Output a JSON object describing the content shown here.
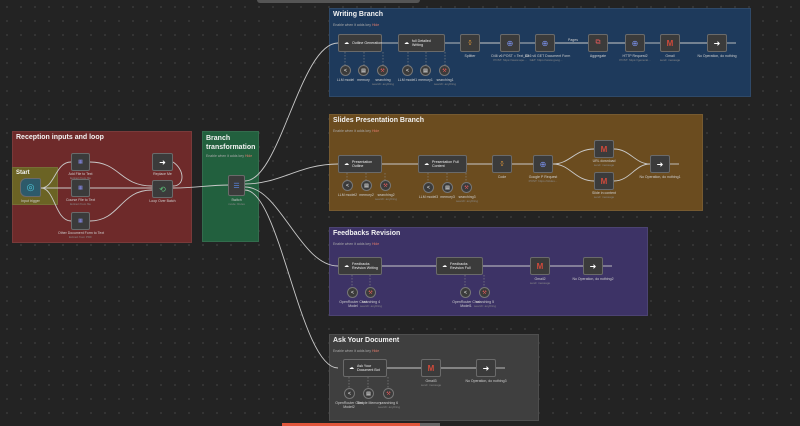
{
  "groups": {
    "writing": {
      "title": "Writing Branch",
      "sub": "Enable when it adds key",
      "sub_link": "Hide"
    },
    "slides": {
      "title": "Slides Presentation Branch",
      "sub": "Enable when it adds key",
      "sub_link": "Hide"
    },
    "feedbacks": {
      "title": "Feedbacks Revision",
      "sub": "Enable when it adds key",
      "sub_link": "Hide"
    },
    "ask": {
      "title": "Ask Your Document",
      "sub": "Enable when it adds key",
      "sub_link": "Hide"
    },
    "reception": {
      "title": "Reception inputs and loop"
    },
    "start": {
      "title": "Start"
    },
    "branch": {
      "title": "Branch transformation",
      "sub": "Enable when it adds key",
      "sub_link": "Hide"
    }
  },
  "nodes": {
    "input_trigger": {
      "label": "Input trigger",
      "icon": "crosshair-icon"
    },
    "add_file": {
      "label": "Add File to Text",
      "sub": "Extract from file"
    },
    "course_file": {
      "label": "Course File to Text",
      "sub": "Extract from file"
    },
    "other_doc": {
      "label": "Other Document Form to Text",
      "sub": "Extract from PDF"
    },
    "replace_me": {
      "label": "Replace Me"
    },
    "loop_over": {
      "label": "Loop Over Batch"
    },
    "switch": {
      "label": "Switch",
      "sub": "mode: Rules"
    },
    "w_outline": {
      "label": "Outline Generation"
    },
    "w_full": {
      "label": "full Detailed Writing"
    },
    "w_splitter": {
      "label": "Splitter"
    },
    "w_post": {
      "label": "D46 v6 POST = Text_ID",
      "sub": "POST: https://www.ape..."
    },
    "w_get": {
      "label": "D46 v6 GET Document Form",
      "sub": "GET: https://www.goog..."
    },
    "w_aggregate": {
      "label": "Aggregate"
    },
    "w_http": {
      "label": "HTTP Request2",
      "sub": "POST: https://generat..."
    },
    "w_gmail": {
      "label": "Gmail",
      "sub": "send: message"
    },
    "w_noop": {
      "label": "No Operation, do nothing"
    },
    "w_pages": {
      "label": "Pages"
    },
    "w_m1": {
      "label": "LLM model"
    },
    "w_m2": {
      "label": "memory"
    },
    "w_m3": {
      "label": "searching",
      "sub": "search: anything"
    },
    "w_m4": {
      "label": "LLM model1"
    },
    "w_m5": {
      "label": "memory1"
    },
    "w_m6": {
      "label": "searching1",
      "sub": "search: anything"
    },
    "s_outline": {
      "label": "Presentation Outline"
    },
    "s_full": {
      "label": "Presentation Full Content"
    },
    "s_code": {
      "label": "Code"
    },
    "s_google": {
      "label": "Google P Request",
      "sub": "POST: https://slides..."
    },
    "s_url": {
      "label": "URL download",
      "sub": "send: message"
    },
    "s_slide": {
      "label": "Slide in content",
      "sub": "send: message"
    },
    "s_noop": {
      "label": "No Operation, do nothing1"
    },
    "s_m1": {
      "label": "LLM model2"
    },
    "s_m2": {
      "label": "memory2"
    },
    "s_m3": {
      "label": "searching2",
      "sub": "search: anything"
    },
    "s_m4": {
      "label": "LLM model3"
    },
    "s_m5": {
      "label": "memory3"
    },
    "s_m6": {
      "label": "searching3",
      "sub": "search: anything"
    },
    "f_rev1": {
      "label": "Feedbacks Revision Writing"
    },
    "f_rev2": {
      "label": "Feedbacks Revision Full"
    },
    "f_gmail": {
      "label": "Gmail2",
      "sub": "send: message"
    },
    "f_noop": {
      "label": "No Operation, do nothing2"
    },
    "f_m1": {
      "label": "OpenRouter Chat Model"
    },
    "f_m2": {
      "label": "searching 4",
      "sub": "search: anything"
    },
    "f_m3": {
      "label": "OpenRouter Chat Model1"
    },
    "f_m4": {
      "label": "searching 5",
      "sub": "search: anything"
    },
    "a_ask": {
      "label": "Ask Your Document Bot"
    },
    "a_gmail": {
      "label": "Gmail3",
      "sub": "send: message"
    },
    "a_noop": {
      "label": "No Operation, do nothing3"
    },
    "a_m1": {
      "label": "OpenRouter Chat Model2"
    },
    "a_m2": {
      "label": "Simple Memory"
    },
    "a_m3": {
      "label": "searching 6",
      "sub": "search: anything"
    }
  },
  "colors": {
    "writing": "#1e3a5c",
    "slides": "#6b4c1f",
    "feedbacks": "#3d3366",
    "ask": "#3f3f3f",
    "reception": "#6e2a2a",
    "start": "#6b6324",
    "branch": "#22603e",
    "wire": "#c9c9c9",
    "gmail": "#d14a3b",
    "blue": "#4c6ee0",
    "orange": "#e69b3a"
  }
}
